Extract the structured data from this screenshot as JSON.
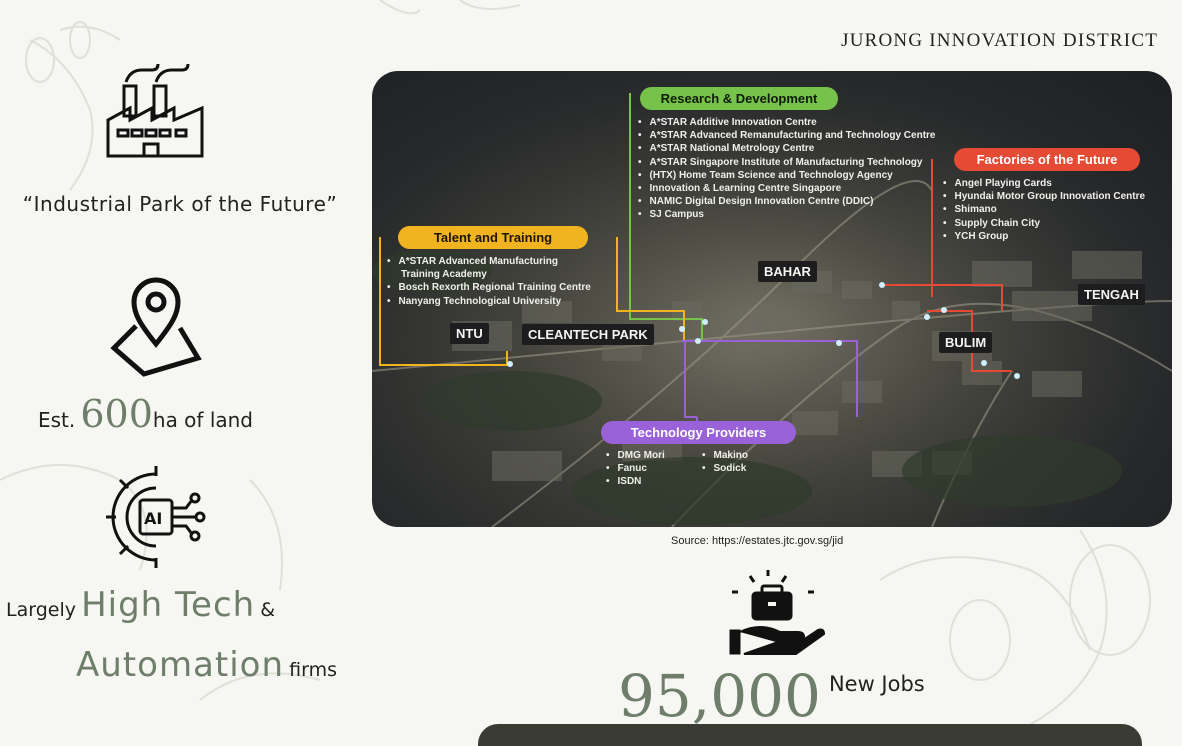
{
  "header": {
    "district_title": "JURONG INNOVATION DISTRICT"
  },
  "left": {
    "tagline": "“Industrial Park of the Future”",
    "land_prefix": "Est.",
    "land_value": "600",
    "land_suffix": "ha of land",
    "tech_prefix": "Largely",
    "tech_highlight1": "High Tech",
    "tech_amp": "&",
    "tech_highlight2": "Automation",
    "tech_suffix": "firms"
  },
  "map": {
    "research": {
      "title": "Research & Development",
      "items": [
        "A*STAR Additive Innovation Centre",
        "A*STAR Advanced Remanufacturing and Technology Centre",
        "A*STAR National Metrology Centre",
        "A*STAR Singapore Institute of Manufacturing Technology",
        "(HTX) Home Team Science and Technology Agency",
        "Innovation & Learning Centre Singapore",
        "NAMIC Digital Design Innovation Centre (DDIC)",
        "SJ Campus"
      ],
      "color": "#76c24a"
    },
    "factories": {
      "title": "Factories of the Future",
      "items": [
        "Angel Playing Cards",
        "Hyundai Motor Group Innovation Centre",
        "Shimano",
        "Supply Chain City",
        "YCH Group"
      ],
      "color": "#e54a35"
    },
    "talent": {
      "title": "Talent and Training",
      "items": [
        "A*STAR Advanced Manufacturing",
        "Training Academy",
        "Bosch Rexorth Regional Training Centre",
        "Nanyang Technological University"
      ],
      "color": "#f2b321"
    },
    "tech": {
      "title": "Technology Providers",
      "items_left": [
        "DMG Mori",
        "Fanuc",
        "ISDN"
      ],
      "items_right": [
        "Makino",
        "Sodick"
      ],
      "color": "#9a62d8"
    },
    "places": {
      "bahar": "BAHAR",
      "tengah": "TENGAH",
      "bulim": "BULIM",
      "ntu": "NTU",
      "cleantech": "CLEANTECH PARK"
    }
  },
  "source": "Source: https://estates.jtc.gov.sg/jid",
  "jobs": {
    "value": "95,000",
    "label": "New Jobs"
  },
  "icons": [
    "factory-icon",
    "map-pin-icon",
    "ai-gear-icon",
    "briefcase-hand-icon"
  ]
}
